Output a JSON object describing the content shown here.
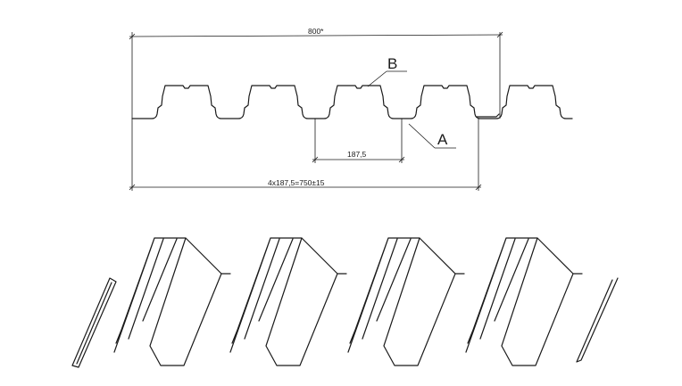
{
  "dimensions": {
    "overall_width": "800*",
    "pitch": "187,5",
    "cover_width": "4x187,5=750±15"
  },
  "labels": {
    "point_a": "A",
    "point_b": "B"
  },
  "colors": {
    "line": "#1a1a1a",
    "background": "#ffffff"
  }
}
